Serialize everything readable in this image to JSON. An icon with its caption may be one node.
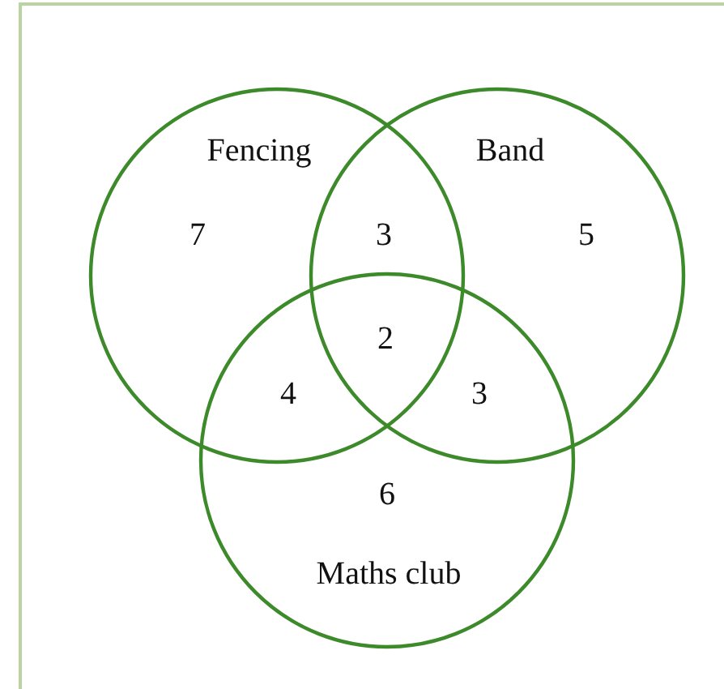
{
  "diagram": {
    "nodes": [
      {
        "text": [
          "Fencing"
        ]
      },
      {
        "text": [
          "Band"
        ]
      },
      {
        "text": [
          "Maths club"
        ]
      }
    ],
    "labels": [
      "7",
      "3",
      "5",
      "2",
      "4",
      "3",
      "6"
    ]
  }
}
